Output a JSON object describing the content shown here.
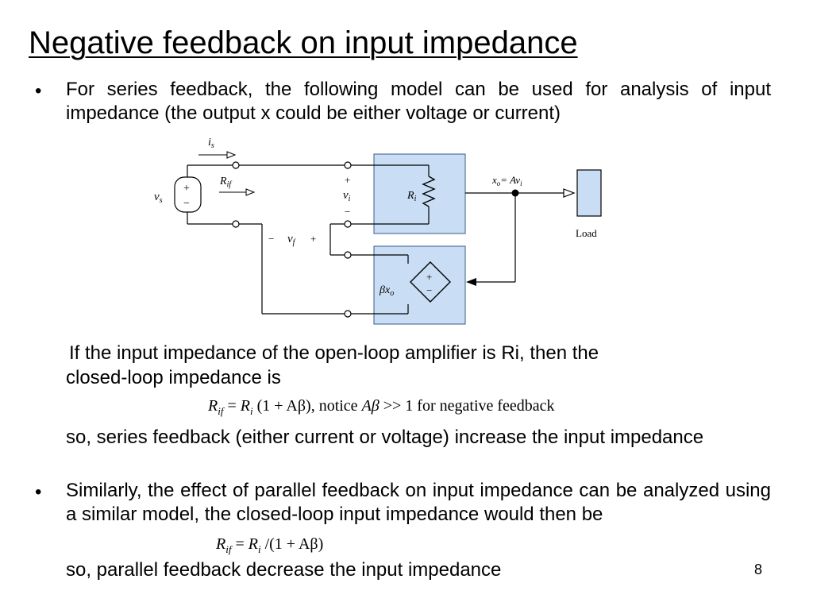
{
  "slide": {
    "title": "Negative feedback on input impedance",
    "bullet1": "For series feedback, the following model can be used for analysis of input impedance (the output x could be either voltage or current)",
    "para_ri_1": "If the input impedance of the open-loop amplifier is Ri, then the",
    "para_ri_2": "closed-loop impedance is",
    "formula1": {
      "lhs": "R",
      "lhs_sub": "if",
      "eq": "=",
      "r": "R",
      "r_sub": "i",
      "expr": "(1 + Aβ), notice",
      "ab": "Aβ",
      "cmp": ">> 1 for negative feedback"
    },
    "series_conclusion": "so, series feedback (either current or voltage) increase the input impedance",
    "bullet2": "Similarly, the effect of parallel feedback on input impedance can be analyzed using a similar model, the closed-loop input impedance would then be",
    "formula2": {
      "lhs": "R",
      "lhs_sub": "if",
      "eq": "=",
      "r": "R",
      "r_sub": "i",
      "expr": "/(1 + Aβ)"
    },
    "parallel_conclusion": "so, parallel feedback decrease the input impedance",
    "page_number": "8"
  },
  "diagram": {
    "is": "i",
    "is_sub": "s",
    "vs": "v",
    "vs_sub": "s",
    "plus": "+",
    "minus": "−",
    "rif": "R",
    "rif_sub": "if",
    "vi": "v",
    "vi_sub": "i",
    "vf": "v",
    "vf_sub": "f",
    "ri": "R",
    "ri_sub": "i",
    "xo_eq": "x",
    "xo_sub": "o",
    "xo_rhs": "= Av",
    "xo_rhs_sub": "i",
    "beta": "βx",
    "beta_sub": "o",
    "load": "Load",
    "box_color": "#c9def4"
  }
}
